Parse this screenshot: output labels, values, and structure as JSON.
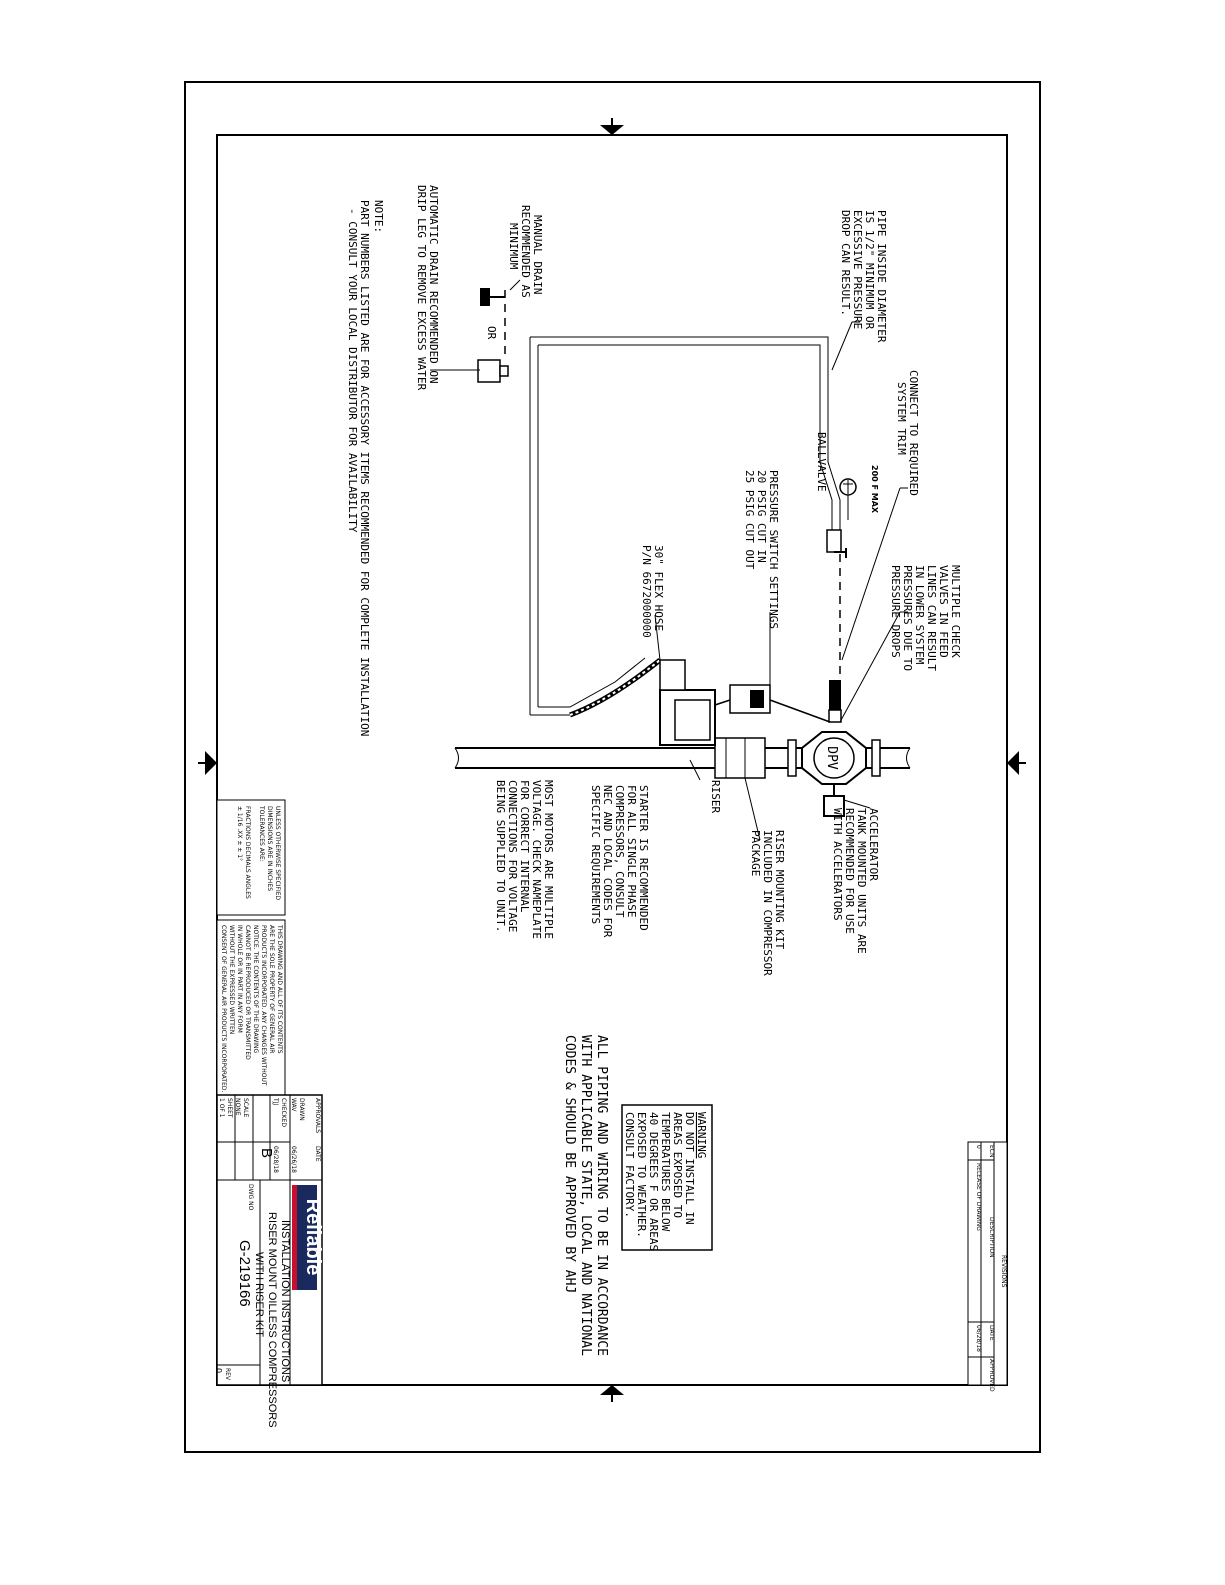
{
  "notes": {
    "pipe_diameter": [
      "PIPE INSIDE DIAMETER",
      "IS 1/2\" MINIMUM OR",
      "EXCESSIVE PRESSURE",
      "DROP CAN RESULT."
    ],
    "connect_trim": [
      "CONNECT TO REQUIRED",
      "SYSTEM TRIM"
    ],
    "check_valves": [
      "MULTIPLE CHECK",
      "VALVES IN FEED",
      "LINES CAN RESULT",
      "IN LOWER SYSTEM",
      "PRESSURES DUE TO",
      "PRESSURE DROPS"
    ],
    "temp_max": "200 F MAX",
    "ball_valve": "BALLVALVE",
    "pressure_switch": [
      "PRESSURE SWITCH SETTINGS",
      "20 PSIG CUT IN",
      "25 PSIG CUT OUT"
    ],
    "flex_hose": [
      "30\" FLEX HOSE",
      "P/N 6672000000"
    ],
    "manual_drain": [
      "MANUAL DRAIN",
      "RECOMMENDED AS",
      "MINIMUM"
    ],
    "or_label": "OR",
    "auto_drain": [
      "AUTOMATIC DRAIN RECOMMENDED ON",
      "DRIP LEG TO REMOVE EXCESS WATER"
    ],
    "note_title": "NOTE:",
    "note_body": [
      "PART NUMBERS LISTED ARE FOR ACCESSORY ITEMS RECOMMENDED FOR COMPLETE INSTALLATION",
      "- CONSULT YOUR LOCAL DISTRIBUTOR FOR AVAILABILITY"
    ],
    "accelerator": [
      "ACCELERATOR",
      "TANK MOUNTED UNITS ARE",
      "RECOMMENDED FOR USE",
      "WITH ACCELERATORS"
    ],
    "dpv": "DPV",
    "riser_kit": [
      "RISER MOUNTING KIT",
      "INCLUDED IN COMPRESSOR",
      "PACKAGE"
    ],
    "starter": [
      "STARTER IS RECOMMENDED",
      "FOR ALL SINGLE PHASE",
      "COMPRESSORS, CONSULT",
      "NEC AND LOCAL CODES FOR",
      "SPECIFIC REQUIREMENTS"
    ],
    "riser": "RISER",
    "motors": [
      "MOST MOTORS ARE MULTIPLE",
      "VOLTAGE. CHECK NAMEPLATE",
      "FOR CORRECT INTERNAL",
      "CONNECTIONS FOR VOLTAGE",
      "BEING SUPPLIED TO UNIT."
    ],
    "warning": [
      "WARNING",
      "DO NOT INSTALL IN",
      "AREAS EXPOSED TO",
      "TEMPERATURES BELOW",
      "40 DEGREES F OR AREAS",
      "EXPOSED TO WEATHER.",
      "CONSULT FACTORY."
    ],
    "codes": [
      "ALL PIPING AND WIRING TO BE IN ACCORDANCE",
      "WITH APPLICABLE STATE, LOCAL AND NATIONAL",
      "CODES & SHOULD BE APPROVED BY AHJ"
    ]
  },
  "title_block": {
    "logo": "Reliable",
    "title": [
      "INSTALLATION INSTRUCTIONS",
      "RISER MOUNT OILLESS COMPRESSORS",
      "WITH RISER KIT"
    ],
    "dwg_no_label": "DWG NO",
    "dwg_no": "G-219166",
    "rev_label": "REV",
    "rev": "0",
    "size": "B",
    "scale_label": "SCALE",
    "scale": "NONE",
    "sheet_label": "SHEET",
    "sheet": "1 OF 1",
    "approvals": "APPROVALS",
    "date": "DATE",
    "drawn": "DRAWN",
    "checked": "CHECKED",
    "drawn_by": "WAV",
    "checked_by": "TJJ",
    "drawn_date": "06/26/18",
    "checked_date": "06/28/18",
    "revisions_title": "REVISIONS",
    "rev_desc": "RELEASE OF DRAWING",
    "rev_ecn": "ECN",
    "rev_row": "0",
    "rev_date": "06/28/18",
    "approved": "APPROVED",
    "description": "DESCRIPTION",
    "tolerance": [
      "UNLESS OTHERWISE SPECIFIED",
      "DIMENSIONS ARE IN INCHES",
      "TOLERANCES ARE:",
      "FRACTIONS    DECIMALS    ANGLES",
      "± 1/16        .XX ±         ± 1°"
    ],
    "proprietary": [
      "THIS DRAWING AND ALL OF ITS CONTENTS",
      "ARE THE SOLE PROPERTY OF GENERAL AIR",
      "PRODUCTS INCORPORATED. ANY CHANGES WITHOUT",
      "NOTICE. THE CONTENTS OF THE DRAWING",
      "CANNOT BE REPRODUCED OR TRANSMITTED",
      "IN WHOLE OR IN PART IN ANY FORM",
      "WITHOUT THE EXPRESSED WRITTEN",
      "CONSENT OF GENERAL AIR PRODUCTS INCORPORATED."
    ]
  }
}
